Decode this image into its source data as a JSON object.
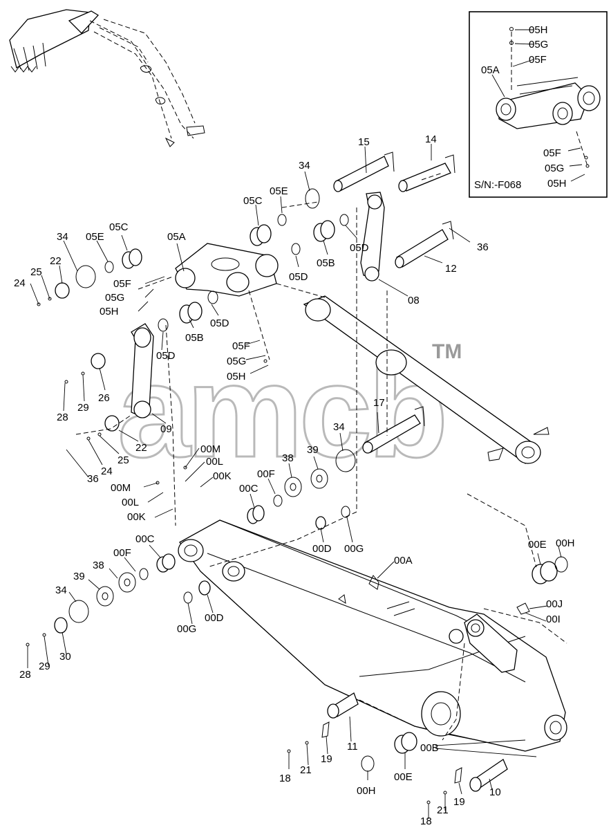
{
  "inset": {
    "serial": "S/N:-F068"
  },
  "watermark": {
    "text": "amcb",
    "trademark": "TM"
  },
  "labels": [
    "05H",
    "05G",
    "05F",
    "05A",
    "05F",
    "05G",
    "05H",
    "15",
    "14",
    "34",
    "05E",
    "05C",
    "34",
    "05E",
    "05C",
    "05A",
    "05D",
    "05B",
    "05D",
    "36",
    "12",
    "08",
    "24",
    "25",
    "22",
    "05F",
    "05G",
    "05H",
    "05B",
    "05D",
    "05D",
    "05F",
    "05G",
    "05H",
    "26",
    "29",
    "28",
    "17",
    "09",
    "22",
    "25",
    "24",
    "36",
    "00M",
    "00L",
    "00K",
    "34",
    "38",
    "39",
    "00F",
    "00C",
    "00M",
    "00L",
    "00K",
    "00D",
    "00G",
    "00A",
    "00F",
    "00C",
    "38",
    "39",
    "34",
    "00G",
    "00D",
    "30",
    "29",
    "28",
    "00E",
    "00H",
    "00J",
    "00I",
    "11",
    "19",
    "21",
    "18",
    "00B",
    "00H",
    "00E",
    "19",
    "10",
    "21",
    "18"
  ]
}
